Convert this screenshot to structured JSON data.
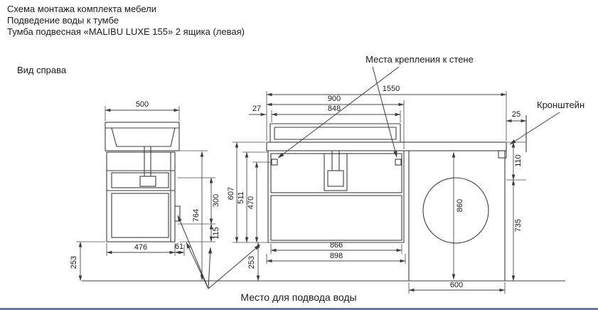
{
  "header": {
    "line1": "Схема монтажа комплекта мебели",
    "line2": "Подведение воды к тумбе",
    "line3": "Тумба подвесная «MALIBU LUXE 155»  2 ящика (левая)"
  },
  "labels": {
    "view_right": "Вид справа",
    "wall_mount_points": "Места крепления к стене",
    "bracket": "Кронштейн",
    "water_supply": "Место  для подвода воды"
  },
  "dimensions": {
    "side": {
      "w500": "500",
      "h300": "300",
      "h764": "764",
      "h115": "115",
      "w61": "61",
      "w476": "476",
      "h253": "253"
    },
    "front": {
      "w1550": "1550",
      "w900": "900",
      "w848": "848",
      "w27": "27",
      "h607": "607",
      "h511": "511",
      "h470": "470",
      "h253": "253",
      "w866": "866",
      "w898": "898"
    },
    "right": {
      "w25": "25",
      "h110": "110",
      "h860": "860",
      "h735": "735",
      "w600": "600"
    }
  },
  "colors": {
    "line": "#3d3d3d",
    "text": "#1b1b1b",
    "bottom_accent": "#4a80c4",
    "background": "#ffffff"
  }
}
